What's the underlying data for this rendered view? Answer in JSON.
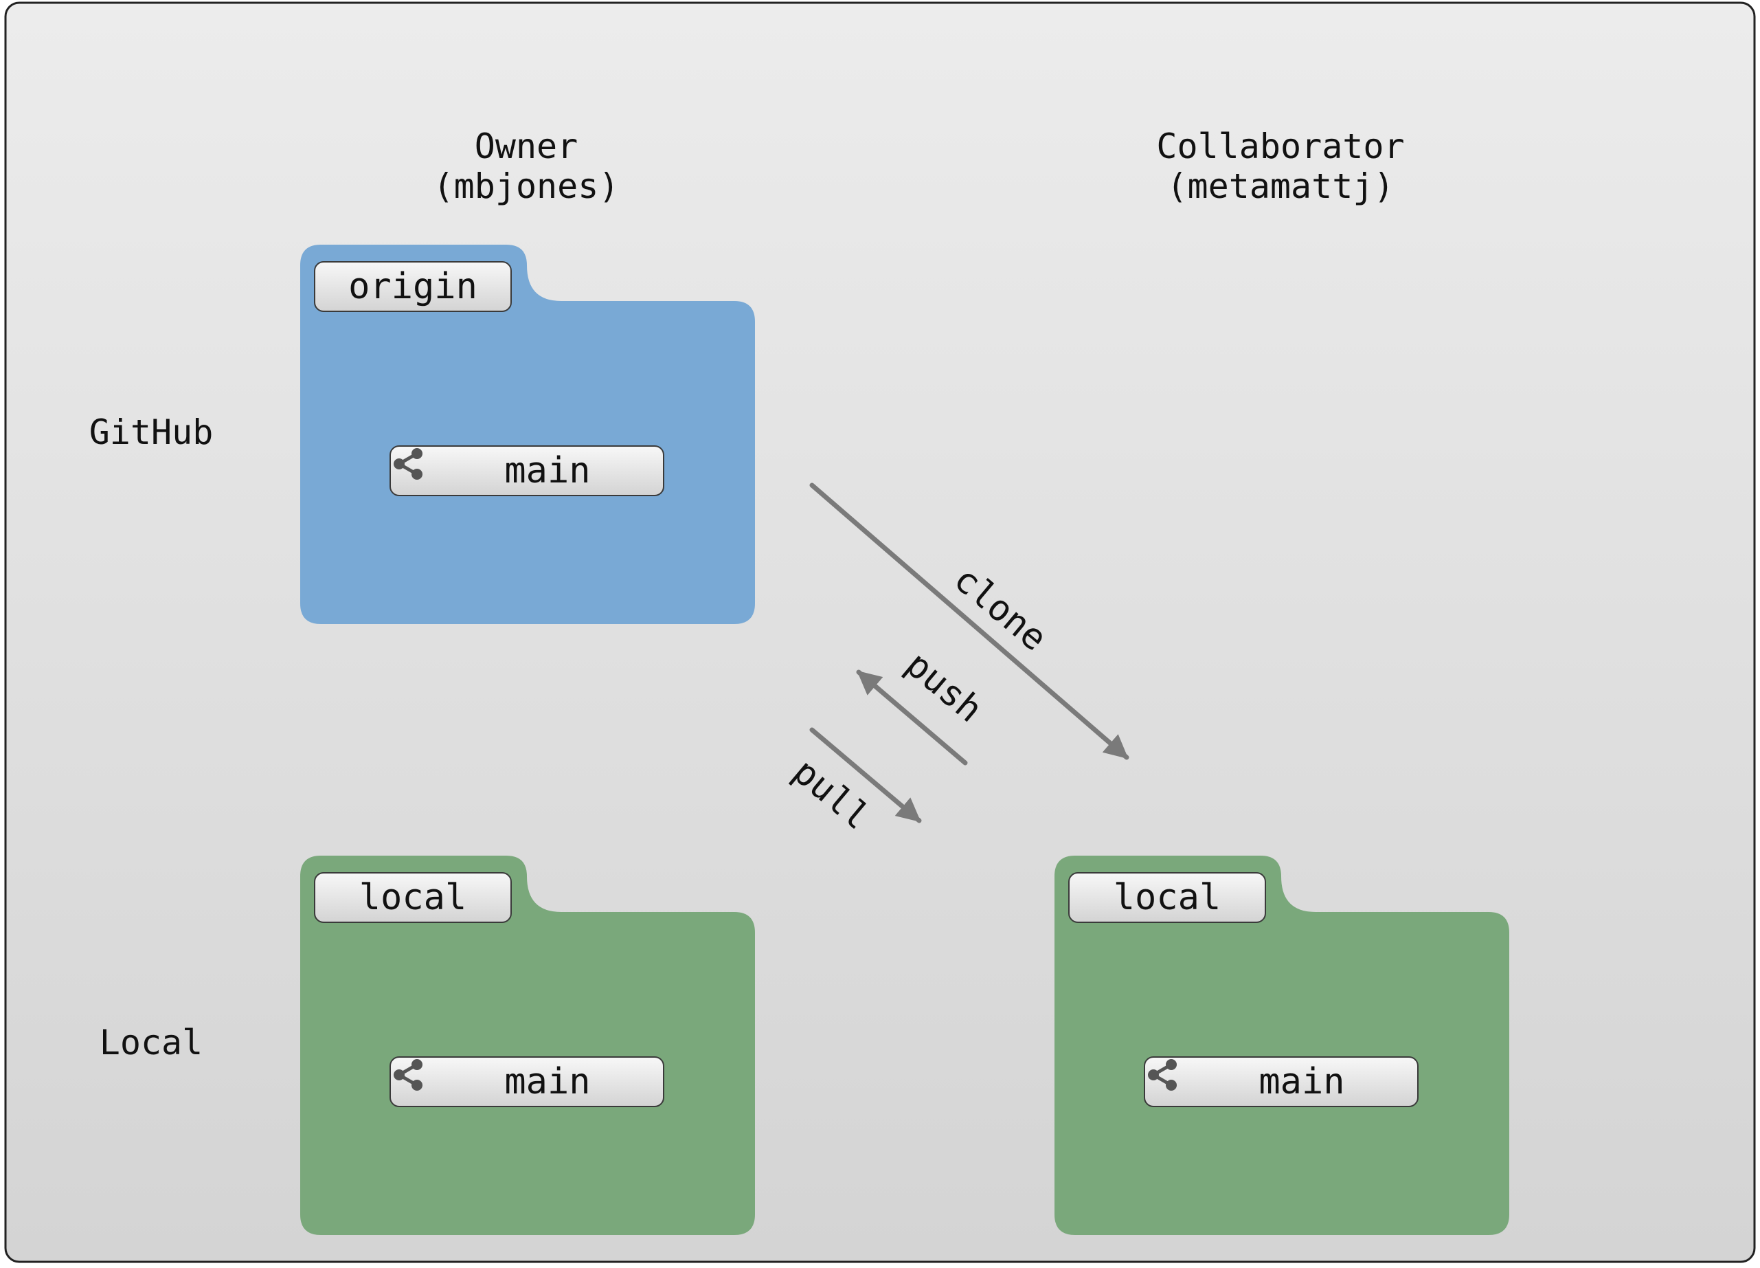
{
  "columns": {
    "owner": {
      "title": "Owner",
      "handle": "(mbjones)"
    },
    "collaborator": {
      "title": "Collaborator",
      "handle": "(metamattj)"
    }
  },
  "rows": {
    "github": "GitHub",
    "local": "Local"
  },
  "repos": {
    "owner_github": {
      "tab": "origin",
      "branch": "main"
    },
    "owner_local": {
      "tab": "local",
      "branch": "main"
    },
    "collab_local": {
      "tab": "local",
      "branch": "main"
    }
  },
  "arrows": {
    "clone": "clone",
    "push": "push",
    "pull": "pull"
  },
  "icons": {
    "branch": "share-branch-icon"
  },
  "colors": {
    "github_folder": "#79a9d5",
    "local_folder": "#7aa87b",
    "arrow": "#7a7a7a",
    "background_top": "#ececec",
    "background_bottom": "#d4d4d4"
  }
}
